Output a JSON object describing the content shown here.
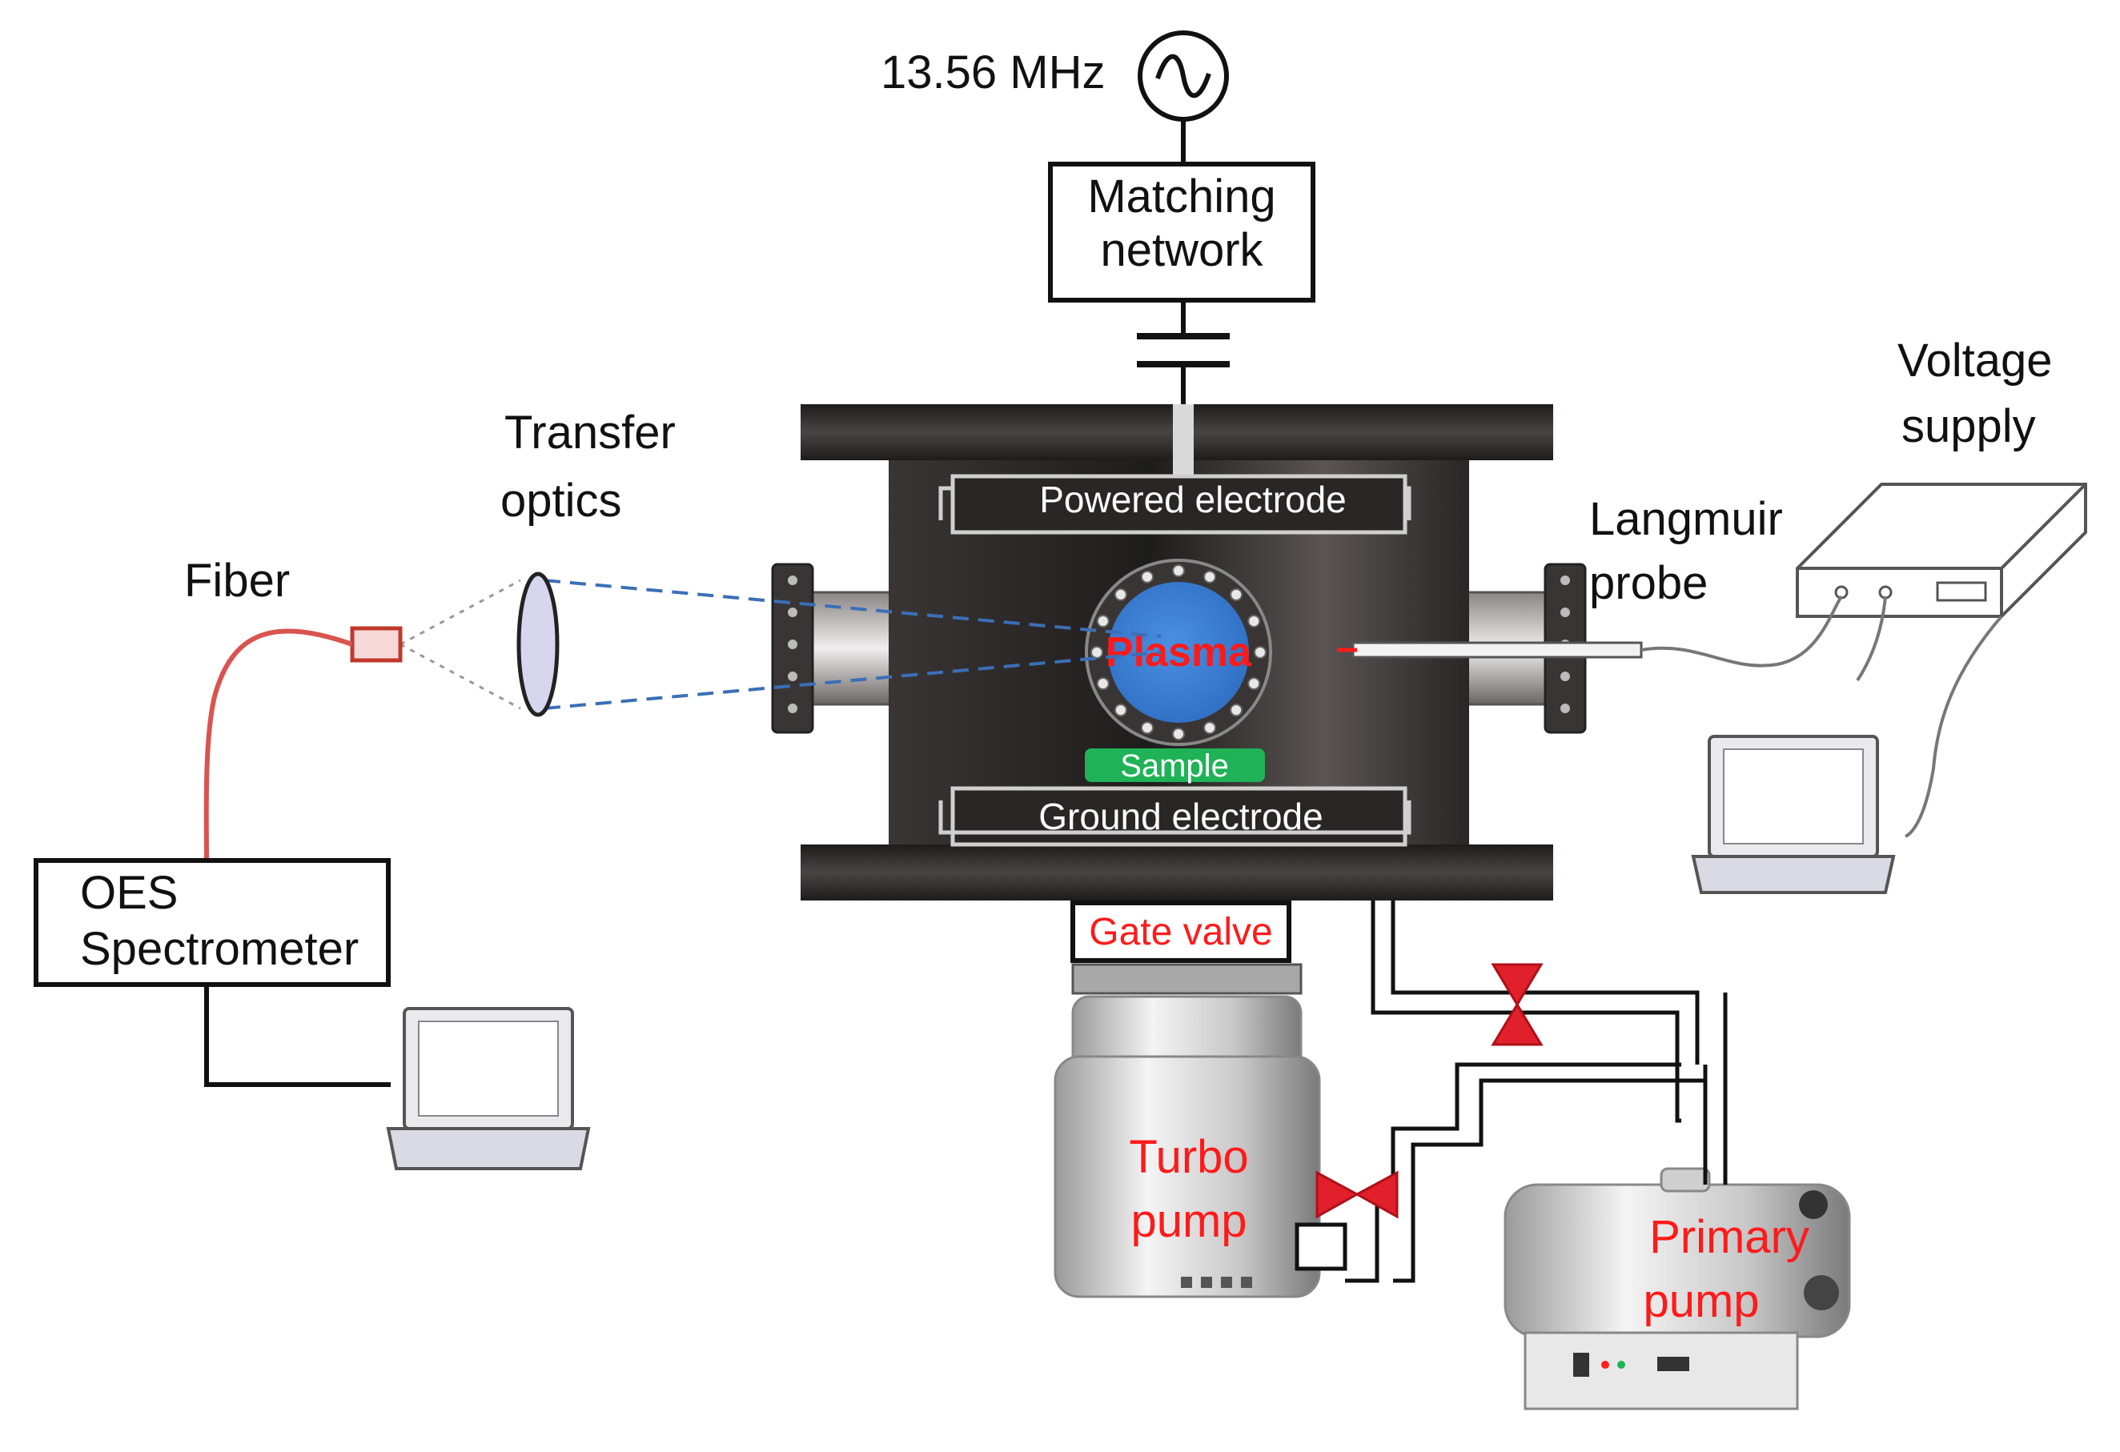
{
  "rf_source": {
    "frequency": "13.56 MHz"
  },
  "matching_network": {
    "line1": "Matching",
    "line2": "network"
  },
  "voltage_supply": {
    "line1": "Voltage",
    "line2": "supply"
  },
  "transfer_optics": {
    "line1": "Transfer",
    "line2": "optics"
  },
  "fiber": {
    "label": "Fiber"
  },
  "langmuir_probe": {
    "line1": "Langmuir",
    "line2": "probe"
  },
  "chamber": {
    "powered_electrode": "Powered electrode",
    "ground_electrode": "Ground electrode",
    "plasma": "Plasma",
    "sample": "Sample"
  },
  "oes": {
    "line1": "OES",
    "line2": "Spectrometer"
  },
  "gate_valve": {
    "label": "Gate valve"
  },
  "turbo_pump": {
    "line1": "Turbo",
    "line2": "pump"
  },
  "primary_pump": {
    "line1": "Primary",
    "line2": "pump"
  },
  "colors": {
    "chamber": "#2a2626",
    "plasma": "#3a7fd6",
    "plasma_text": "#ff1a1a",
    "sample": "#1fb256",
    "valve": "#e0202a",
    "fiber": "#d9534f",
    "optics_beam": "#3b6fb6"
  },
  "icons": [
    "ac-source-icon",
    "capacitor-icon",
    "laptop-icon",
    "valve-icon",
    "lens-icon",
    "fiber-connector-icon"
  ]
}
